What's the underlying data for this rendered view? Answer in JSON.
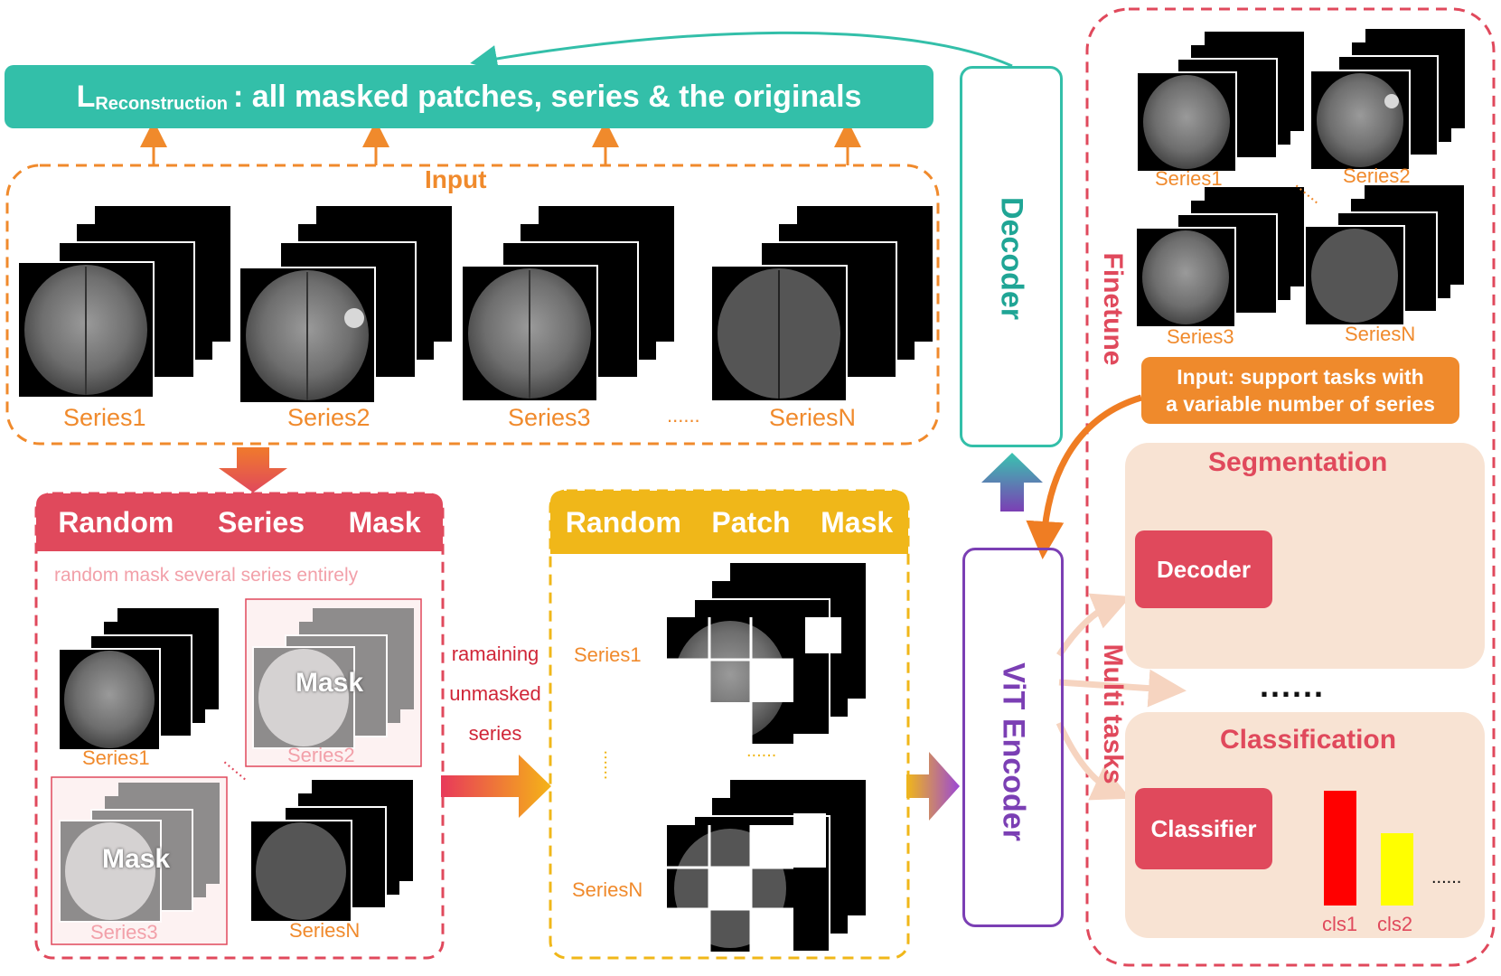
{
  "reconstruction": {
    "loss_main": "L",
    "loss_sub": "Reconstruction",
    "loss_desc": ": all masked patches, series & the originals"
  },
  "input": {
    "title": "Input",
    "series": [
      "Series1",
      "Series2",
      "Series3",
      "SeriesN"
    ],
    "ellipsis": "......"
  },
  "random_series_mask": {
    "title_words": [
      "Random",
      "Series",
      "Mask"
    ],
    "caption": "random mask several series entirely",
    "series": [
      "Series1",
      "Series2",
      "Series3",
      "SeriesN"
    ],
    "mask_word": "Mask",
    "ellipsis": "......"
  },
  "remaining": {
    "line1": "ramaining",
    "line2": "unmasked",
    "line3": "series"
  },
  "random_patch_mask": {
    "title_words": [
      "Random",
      "Patch",
      "Mask"
    ],
    "series": [
      "Series1",
      "SeriesN"
    ],
    "ellipsis": "......"
  },
  "decoder": {
    "label": "Decoder"
  },
  "vit_encoder": {
    "label": "ViT Encoder"
  },
  "finetune": {
    "label": "Finetune",
    "series": [
      "Series1",
      "Series2",
      "Series3",
      "SeriesN"
    ],
    "ellipsis": "......",
    "support_line1": "Input: support tasks with",
    "support_line2": "a variable number of series"
  },
  "multi_tasks": {
    "label": "Multi tasks",
    "segmentation": {
      "title": "Segmentation",
      "button": "Decoder"
    },
    "dots": "......",
    "classification": {
      "title": "Classification",
      "button": "Classifier",
      "categories": [
        "cls1",
        "cls2"
      ],
      "ellipsis": "......"
    }
  },
  "colors": {
    "teal": "#33bfa9",
    "orange": "#f08a2c",
    "red": "#e0495c",
    "yellow": "#f0b719",
    "purple": "#7b3fb4",
    "panel": "#f8e3d3",
    "bar_cls1": "#ff0000",
    "bar_cls2": "#ffff00",
    "axis": "#4a6fd1"
  }
}
